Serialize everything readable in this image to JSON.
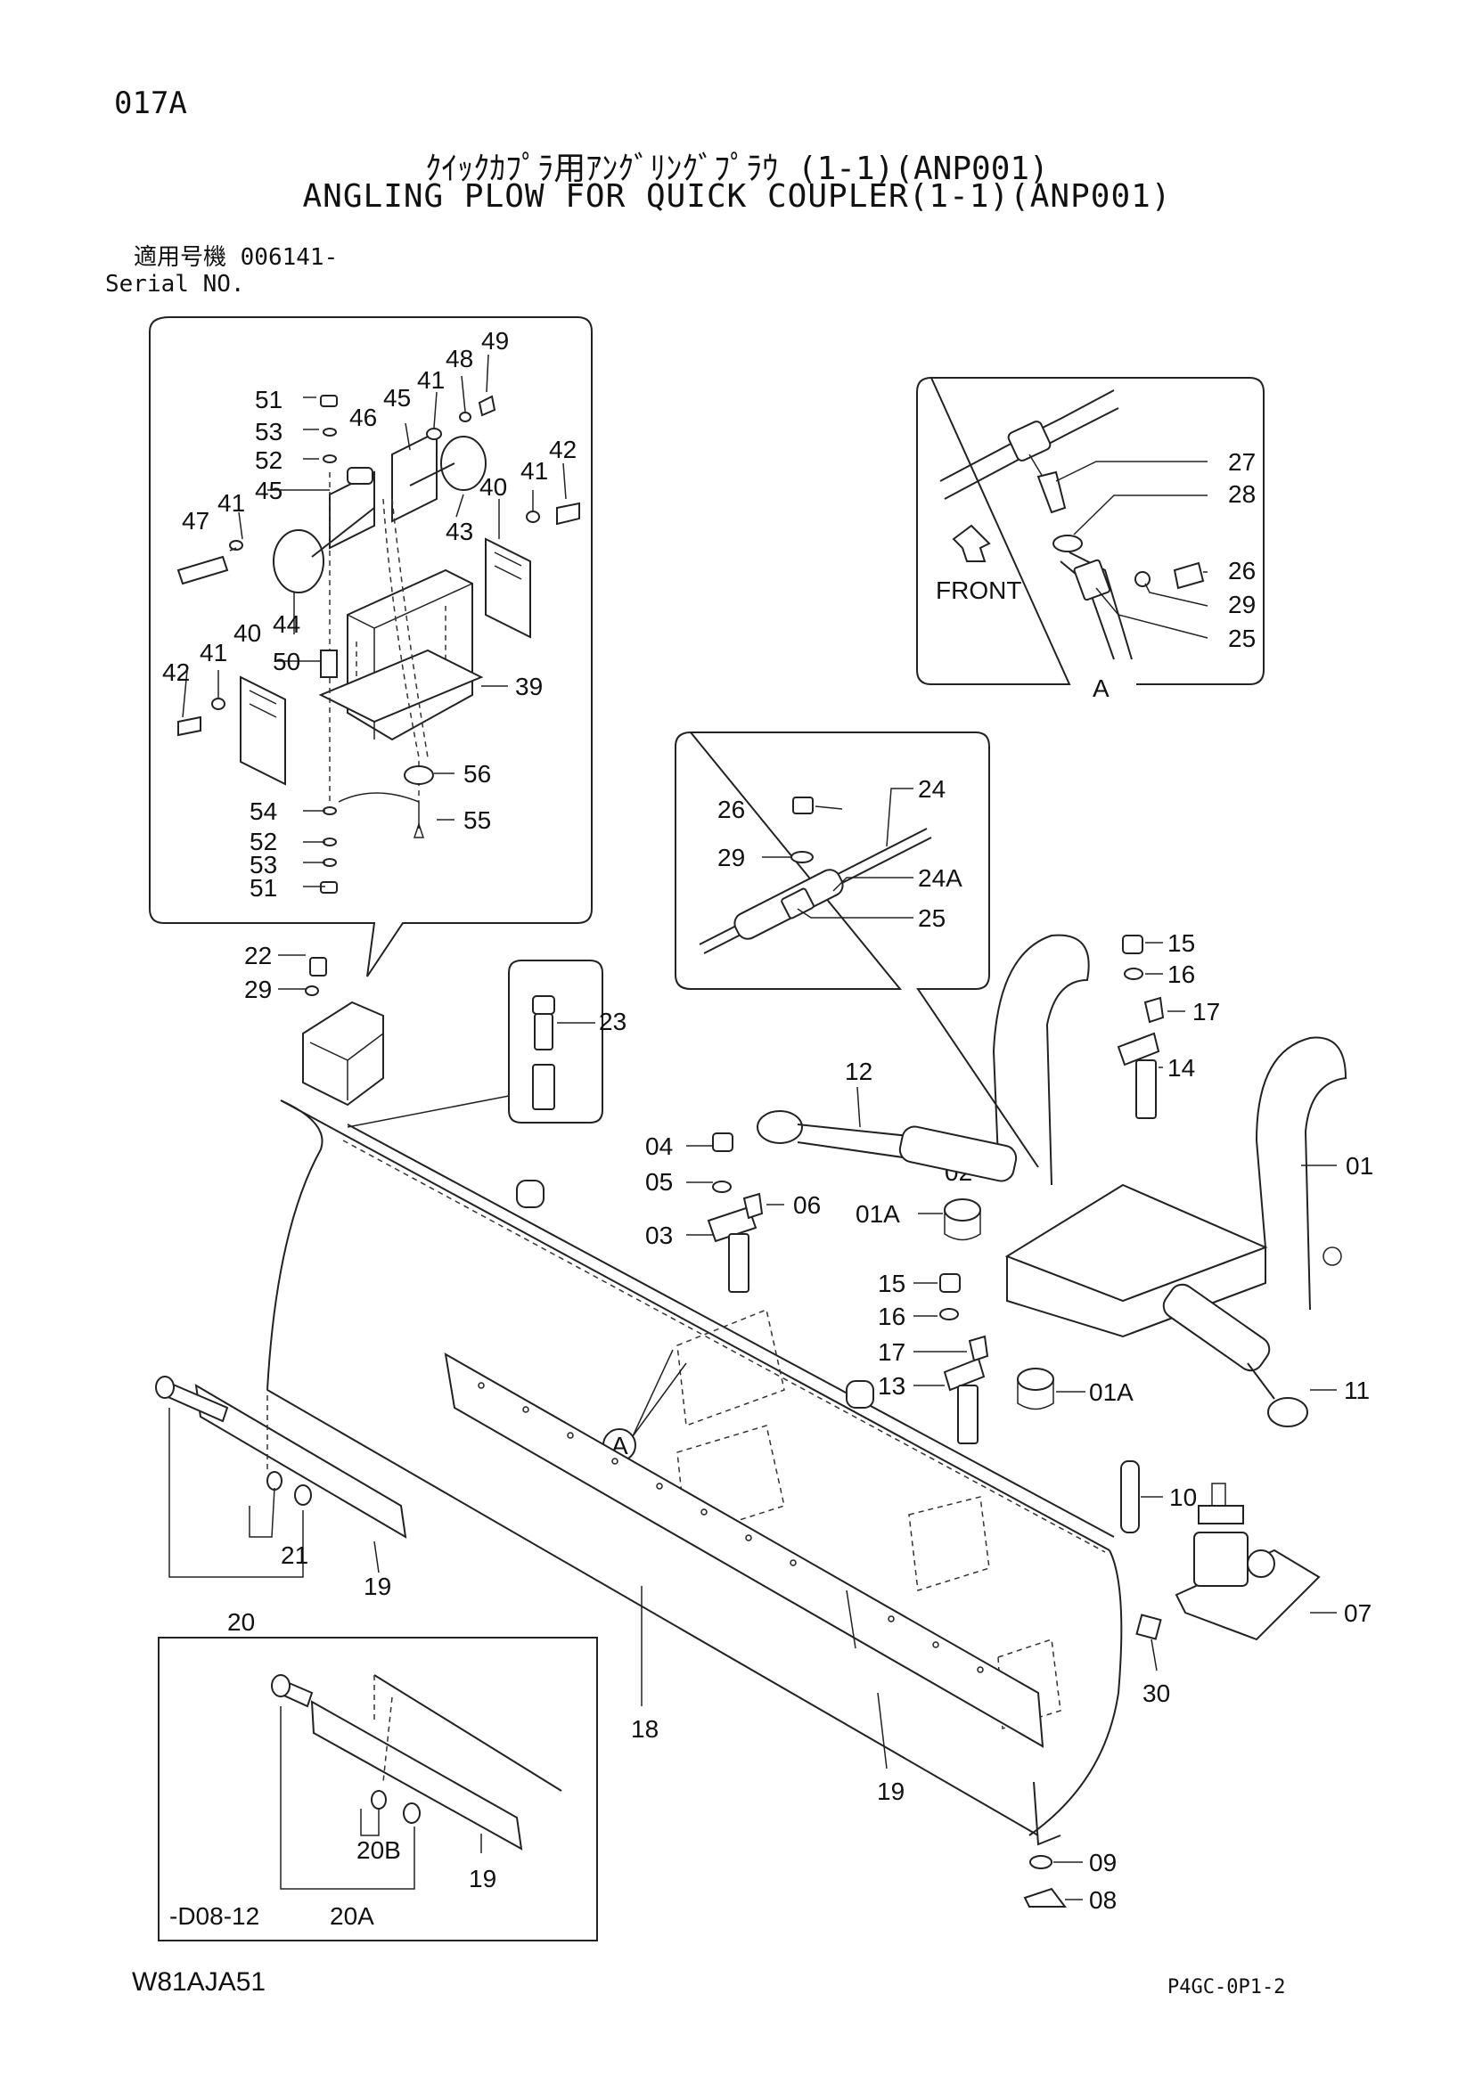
{
  "header": {
    "page_code": "017A",
    "title_jp": "ｸｲｯｸｶﾌﾟﾗ用ｱﾝｸﾞﾘﾝｸﾞﾌﾟﾗｳ (1-1)(ANP001)",
    "title_en": "ANGLING PLOW FOR QUICK COUPLER(1-1)(ANP001)",
    "serial_jp": "適用号機 006141-",
    "serial_en": "Serial NO."
  },
  "footer": {
    "drawing_no": "W81AJA51",
    "sheet_code": "P4GC-0P1-2"
  },
  "callouts": {
    "c49": "49",
    "c48": "48",
    "c51a": "51",
    "c45a": "45",
    "c41a": "41",
    "c53a": "53",
    "c46": "46",
    "c42a": "42",
    "c52a": "52",
    "c45b": "45",
    "c41b": "41",
    "c47": "47",
    "c41c": "41",
    "c40a": "40",
    "c43": "43",
    "c44": "44",
    "c40b": "40",
    "c41d": "41",
    "c42b": "42",
    "c50": "50",
    "c39": "39",
    "c56": "56",
    "c54": "54",
    "c55": "55",
    "c52b": "52",
    "c53b": "53",
    "c51b": "51",
    "c27": "27",
    "c28": "28",
    "c26a": "26",
    "c29a": "29",
    "c25a": "25",
    "front": "FRONT",
    "view_a": "A",
    "c26b": "26",
    "c24": "24",
    "c29b": "29",
    "c24a": "24A",
    "c25b": "25",
    "c22": "22",
    "c29c": "29",
    "c23": "23",
    "c15a": "15",
    "c16a": "16",
    "c17a": "17",
    "c14": "14",
    "c12": "12",
    "c01": "01",
    "c04": "04",
    "c05": "05",
    "c06": "06",
    "c02": "02",
    "c03": "03",
    "c01a_a": "01A",
    "c15b": "15",
    "c16b": "16",
    "c17b": "17",
    "c13": "13",
    "c01a_b": "01A",
    "c11": "11",
    "ref_a": "A",
    "c10": "10",
    "c07": "07",
    "c30": "30",
    "c21": "21",
    "c19a": "19",
    "c20": "20",
    "c18": "18",
    "c19b": "19",
    "c09": "09",
    "c08": "08",
    "c20b": "20B",
    "c19c": "19",
    "c20a": "20A",
    "variant": "-D08-12"
  }
}
